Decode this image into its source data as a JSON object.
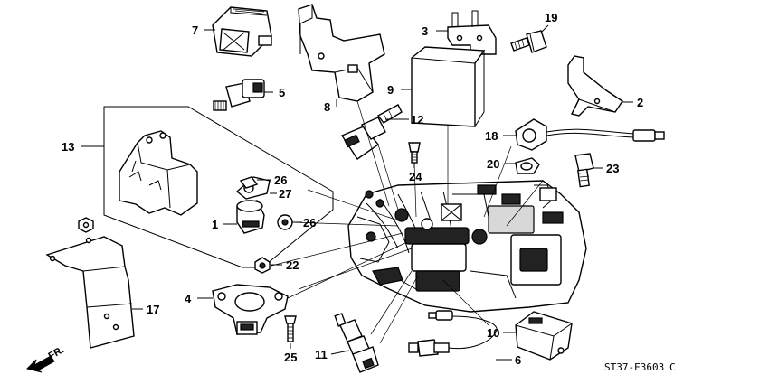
{
  "diagram": {
    "drawing_code": "ST37-E3603",
    "drawing_code_suffix": "C",
    "direction_label": "FR.",
    "callouts": {
      "c1": "1",
      "c2": "2",
      "c3": "3",
      "c4": "4",
      "c5": "5",
      "c6": "6",
      "c7": "7",
      "c8": "8",
      "c9": "9",
      "c10": "10",
      "c11": "11",
      "c12": "12",
      "c13": "13",
      "c17": "17",
      "c18": "18",
      "c19": "19",
      "c20": "20",
      "c22": "22",
      "c23": "23",
      "c24": "24",
      "c25": "25",
      "c26a": "26",
      "c26b": "26",
      "c27": "27"
    }
  }
}
